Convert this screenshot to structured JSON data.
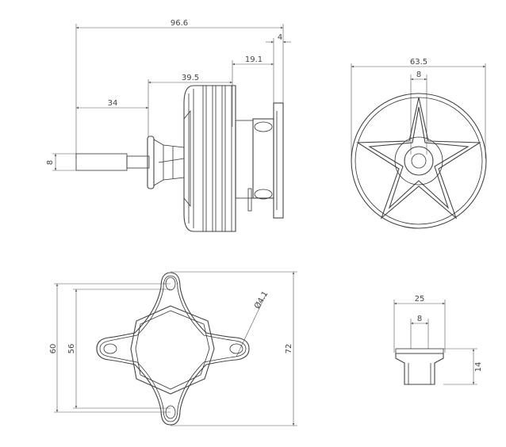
{
  "drawing": {
    "side_view": {
      "overall_length": "96.6",
      "plate_thickness": "4",
      "mount_length": "19.1",
      "motor_length": "39.5",
      "shaft_length": "34",
      "shaft_diameter": "8"
    },
    "front_view": {
      "diameter": "63.5",
      "shaft_diameter": "8"
    },
    "mount_plate": {
      "hole_diameter": "Ø4.1",
      "outer_spacing": "60",
      "inner_spacing": "56",
      "overall_height": "72"
    },
    "adapter": {
      "width": "25",
      "bore": "8",
      "height": "14"
    }
  }
}
